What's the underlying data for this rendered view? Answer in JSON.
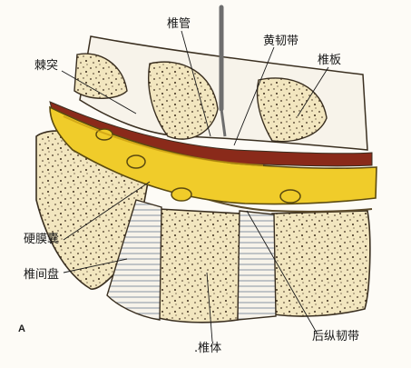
{
  "figure": {
    "panel_letter": "A",
    "labels": {
      "spinous_process": "棘突",
      "spinal_canal": "椎管",
      "ligamentum_flavum": "黄韧带",
      "lamina": "椎板",
      "dural_sac": "硬膜囊",
      "intervertebral_disc": "椎间盘",
      "vertebral_body": ".椎体",
      "posterior_longitudinal_ligament": "后纵韧带"
    },
    "colors": {
      "bone": "#f2e6bf",
      "bone_outline": "#3a2f20",
      "bone_speckle": "#3b2a1a",
      "dural_sac": "#f0cc2a",
      "dural_sac_dark": "#c89a10",
      "ligament": "#8a2a1a",
      "disc_stripe": "#9aa3ad",
      "needle": "#6e6e6e"
    }
  }
}
